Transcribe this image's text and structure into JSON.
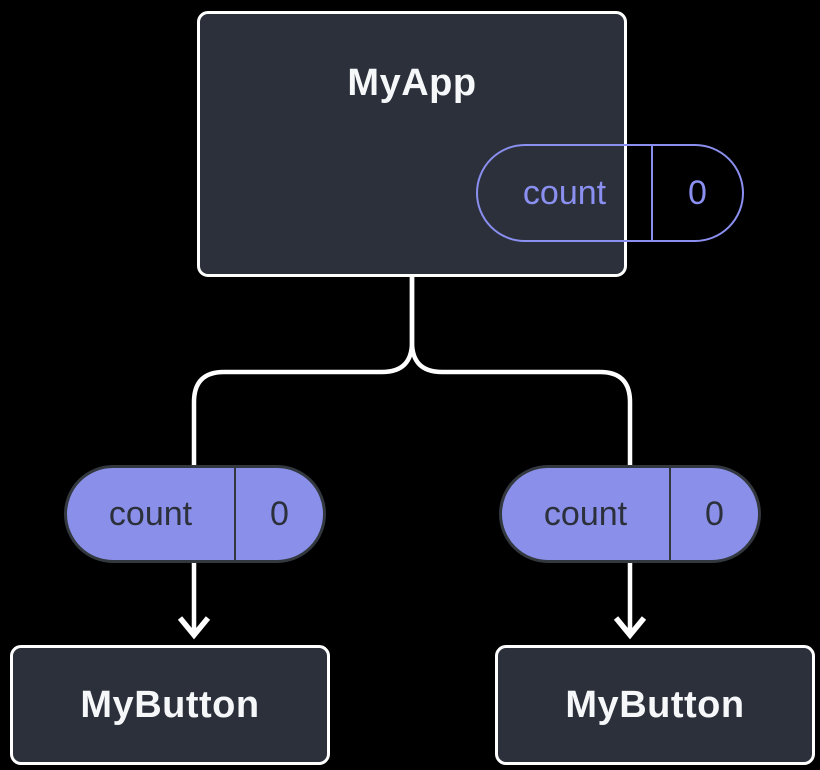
{
  "diagram": {
    "type": "component-tree",
    "background": "#000000",
    "colors": {
      "box_fill": "#2B303B",
      "box_border": "#FFFFFF",
      "title_text": "#F6F7F9",
      "accent_purple": "#8A8FF0",
      "prop_pill_fill": "#8A90EA",
      "prop_pill_border": "#33383F",
      "prop_pill_text": "#2B303B",
      "connector": "#FFFFFF"
    },
    "root": {
      "title": "MyApp",
      "state": {
        "name": "count",
        "value": "0"
      }
    },
    "props": [
      {
        "name": "count",
        "value": "0"
      },
      {
        "name": "count",
        "value": "0"
      }
    ],
    "children": [
      {
        "title": "MyButton"
      },
      {
        "title": "MyButton"
      }
    ]
  }
}
